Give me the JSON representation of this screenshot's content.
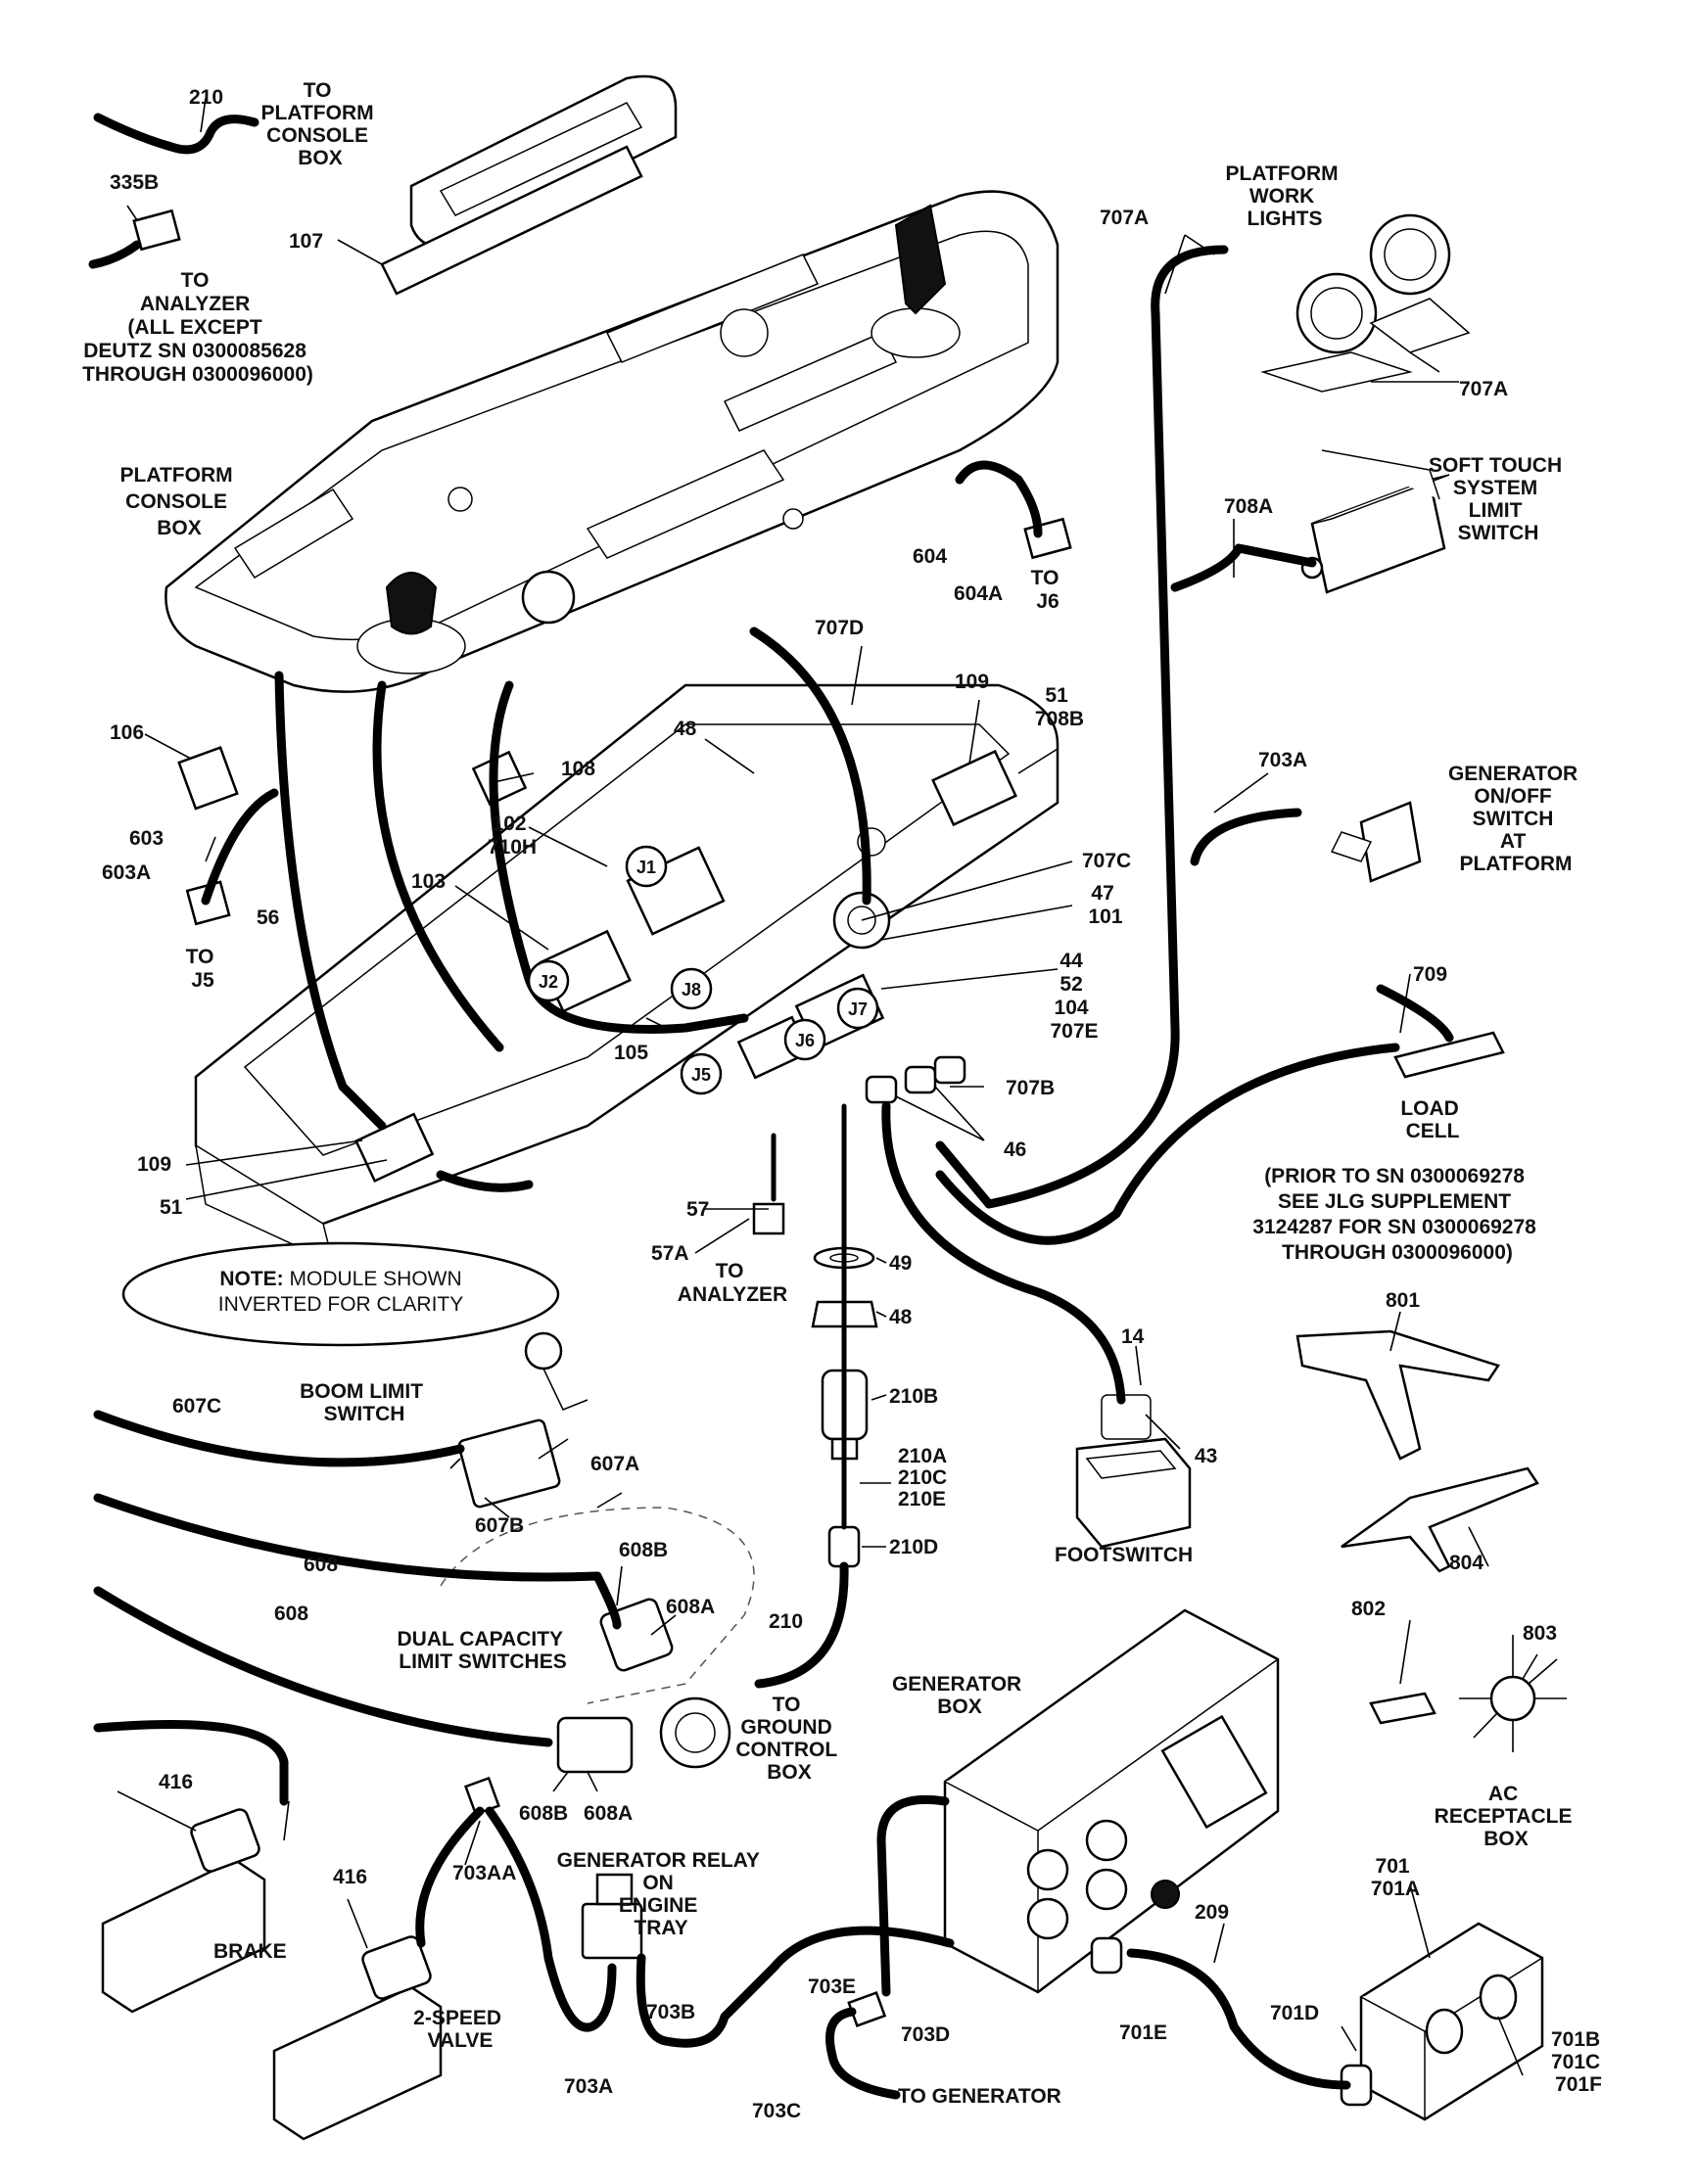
{
  "labels": {
    "l210_top": "210",
    "to_platform_console_box": [
      "TO",
      "PLATFORM",
      "CONSOLE",
      "BOX"
    ],
    "l335b": "335B",
    "to_analyzer_top": [
      "TO",
      "ANALYZER",
      "(ALL EXCEPT",
      "DEUTZ SN 0300085628",
      "THROUGH 0300096000)"
    ],
    "l107": "107",
    "platform_console_box": [
      "PLATFORM",
      "CONSOLE",
      "BOX"
    ],
    "l604": "604",
    "l604a": "604A",
    "to_j6": [
      "TO",
      "J6"
    ],
    "l707a_top": "707A",
    "platform_work_lights": [
      "PLATFORM",
      "WORK",
      "LIGHTS"
    ],
    "l707a_right": "707A",
    "soft_touch": [
      "SOFT TOUCH",
      "SYSTEM",
      "LIMIT",
      "SWITCH"
    ],
    "l708a": "708A",
    "l707d": "707D",
    "l109_top": "109",
    "l51_708b": [
      "51",
      "708B"
    ],
    "l48_top": "48",
    "l106": "106",
    "l108": "108",
    "l102_710h": [
      "102",
      "710H"
    ],
    "l703a_top": "703A",
    "generator_onoff": [
      "GENERATOR",
      "ON/OFF",
      "SWITCH",
      "AT",
      "PLATFORM"
    ],
    "l603": "603",
    "l603a": "603A",
    "l56": "56",
    "l103": "103",
    "to_j5": [
      "TO",
      "J5"
    ],
    "l707c": "707C",
    "l47_101": [
      "47",
      "101"
    ],
    "l44_group": [
      "44",
      "52",
      "104",
      "707E"
    ],
    "l709": "709",
    "load_cell": [
      "LOAD",
      "CELL"
    ],
    "l105": "105",
    "l707b_top": "707B",
    "l46": "46",
    "l109_bottom": "109",
    "l51_bottom": "51",
    "l57": "57",
    "prior_note": [
      "(PRIOR TO SN 0300069278",
      "SEE JLG SUPPLEMENT",
      "3124287 FOR SN 0300069278",
      "THROUGH 0300096000)"
    ],
    "l57a": "57A",
    "to_analyzer_mid": [
      "TO",
      "ANALYZER"
    ],
    "l49": "49",
    "l48_mid": "48",
    "note_bold": "NOTE:",
    "note_rest": " MODULE SHOWN",
    "note_line2": "INVERTED FOR CLARITY",
    "l801": "801",
    "l14": "14",
    "l210b": "210B",
    "boom_limit_switch": [
      "BOOM LIMIT",
      "SWITCH"
    ],
    "l607c": "607C",
    "l607a": "607A",
    "l607b": "607B",
    "l43": "43",
    "l210acE": [
      "210A",
      "210C",
      "210E"
    ],
    "l608b_top": "608B",
    "l608_left": "608",
    "l210d": "210D",
    "footswitch": "FOOTSWITCH",
    "l804": "804",
    "l608a_top": "608A",
    "l608_mid": "608",
    "dual_capacity": [
      "DUAL CAPACITY",
      "LIMIT SWITCHES"
    ],
    "l210_bottom": "210",
    "l802": "802",
    "l803": "803",
    "to_ground_control_box": [
      "TO",
      "GROUND",
      "CONTROL",
      "BOX"
    ],
    "generator_box": [
      "GENERATOR",
      "BOX"
    ],
    "l608b_bottom": "608B",
    "l608a_bottom": "608A",
    "ac_receptacle_box": [
      "AC",
      "RECEPTACLE",
      "BOX"
    ],
    "l416_left": "416",
    "l416_right": "416",
    "l703aa": "703AA",
    "generator_relay": [
      "GENERATOR  RELAY",
      "ON",
      "ENGINE",
      "TRAY"
    ],
    "l701_group": [
      "701",
      "701A"
    ],
    "l209": "209",
    "brake": "BRAKE",
    "two_speed_valve": [
      "2-SPEED",
      "VALVE"
    ],
    "l703e": "703E",
    "l703b": "703B",
    "l703d": "703D",
    "l701d": "701D",
    "l701e": "701E",
    "l701bcf": [
      "701B",
      "701C",
      "701F"
    ],
    "l703a_bottom": "703A",
    "to_generator": "TO GENERATOR",
    "l703c": "703C"
  },
  "callouts": {
    "j1": "J1",
    "j2": "J2",
    "j5": "J5",
    "j6": "J6",
    "j7": "J7",
    "j8": "J8"
  }
}
